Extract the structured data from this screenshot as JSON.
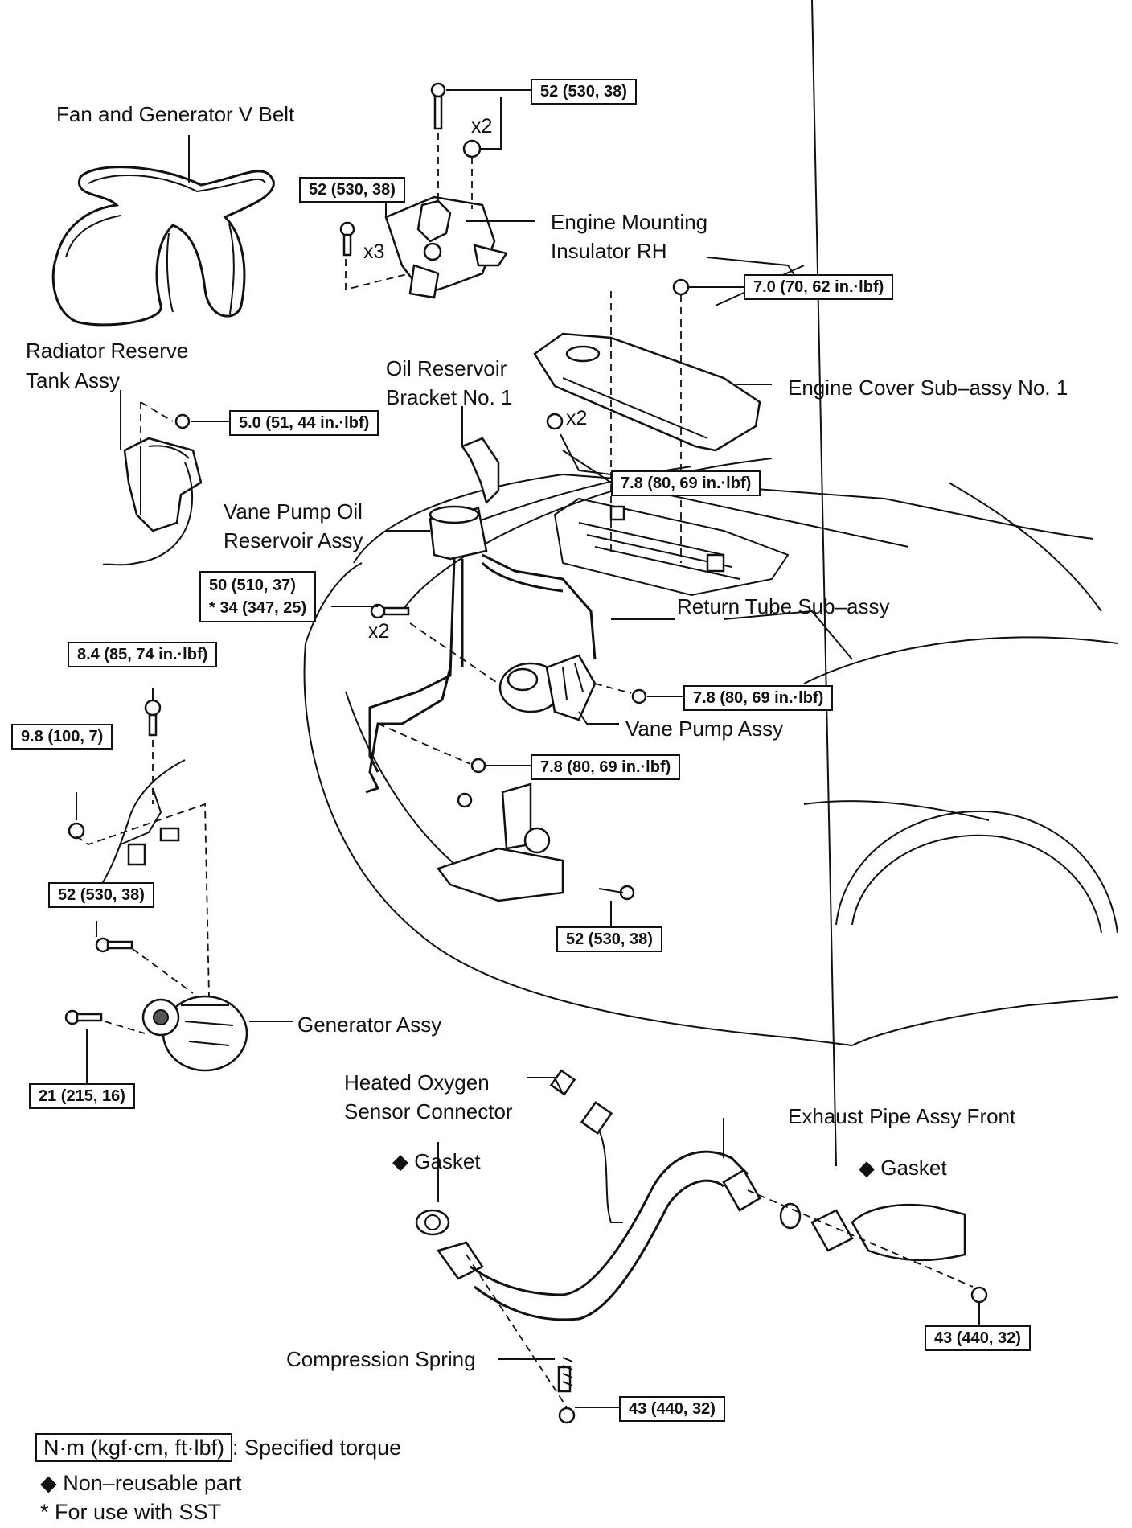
{
  "labels": {
    "fan_belt": "Fan and Generator V Belt",
    "radiator_tank": [
      "Radiator Reserve",
      "Tank Assy"
    ],
    "engine_mount": [
      "Engine Mounting",
      "Insulator RH"
    ],
    "oil_reservoir_bracket": [
      "Oil Reservoir",
      "Bracket No. 1"
    ],
    "engine_cover": "Engine Cover Sub–assy No. 1",
    "vane_reservoir": [
      "Vane Pump Oil",
      "Reservoir Assy"
    ],
    "return_tube": "Return Tube Sub–assy",
    "vane_pump": "Vane Pump Assy",
    "generator": "Generator Assy",
    "o2_connector": [
      "Heated Oxygen",
      "Sensor Connector"
    ],
    "exhaust_pipe": "Exhaust Pipe Assy Front",
    "gasket_left": "◆ Gasket",
    "gasket_right": "◆ Gasket",
    "compression_spring": "Compression Spring"
  },
  "torques": {
    "t_mount_top": "52 (530, 38)",
    "t_mount_left": "52 (530, 38)",
    "t_cover_nut": "7.0 (70, 62 in.·lbf)",
    "t_tank": "5.0 (51, 44 in.·lbf)",
    "t_cover_bolt": "7.8 (80, 69 in.·lbf)",
    "t_pump_a": "50 (510, 37)",
    "t_pump_b": "* 34 (347, 25)",
    "t_pump_bolt": "7.8 (80, 69 in.·lbf)",
    "t_gen_top": "8.4 (85, 74 in.·lbf)",
    "t_gen_nut": "9.8 (100, 7)",
    "t_tube_bolt": "7.8 (80, 69 in.·lbf)",
    "t_gen_bolt": "52 (530, 38)",
    "t_mount_lower": "52 (530, 38)",
    "t_gen_lower": "21 (215, 16)",
    "t_exhaust_right": "43 (440, 32)",
    "t_exhaust_bottom": "43 (440, 32)"
  },
  "multipliers": {
    "m_top": "x2",
    "m_left": "x3",
    "m_bracket": "x2",
    "m_pump": "x2"
  },
  "legend": {
    "box": "N·m (kgf·cm, ft·lbf)",
    "specified": ": Specified torque",
    "nonreusable": "◆ Non–reusable part",
    "sst": "* For use with SST"
  }
}
